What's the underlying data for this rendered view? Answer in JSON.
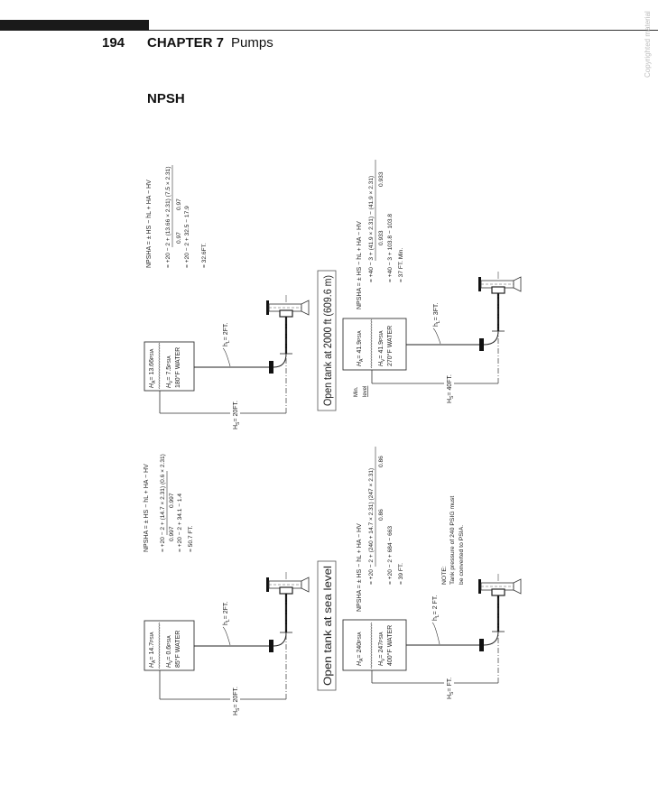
{
  "header": {
    "page_number": "194",
    "chapter": "CHAPTER 7",
    "chapter_title": "Pumps"
  },
  "section_title": "NPSH",
  "watermark": "Copyrighted material",
  "titles": [
    "Open tank at 2000 ft (609.6 m)",
    "Open tank at sea level"
  ],
  "diagrams": [
    {
      "ha_value": "= 13.66",
      "hv_value": "= 7.5",
      "unit": "PSIA",
      "water": "180°F WATER",
      "hl_value": "= 2FT.",
      "hs_value": "= 20FT.",
      "formula": "NPSHA = ± HS − hL + HA − HV",
      "numerator": "= +20 − 2 + (13.66 × 2.31) (7.5 × 2.31)",
      "denominators": [
        "0.97",
        "0.97"
      ],
      "step": "= +20 − 2 + 32.5 − 17.9",
      "result": "= 32.6FT."
    },
    {
      "ha_value": "= 14.7",
      "hv_value": "= 0.6",
      "unit": "PSIA",
      "water": "85°F WATER",
      "hl_value": "= 2FT.",
      "hs_value": "= 20FT.",
      "formula": "NPSHA = ± HS − hL + HA − HV",
      "numerator": "= +20 − 2 + (14.7 × 2.31) (0.6 × 2.31)",
      "denominators": [
        "0.997",
        "0.997"
      ],
      "step": "= +20 − 2 + 34.1 − 1.4",
      "result": "= 50.7 FT."
    },
    {
      "ha_value": "= 41.9",
      "hv_value": "= 41.9",
      "unit": "PSIA",
      "water": "270°F WATER",
      "hl_value": "= 3FT.",
      "hs_value": "= 40FT.",
      "min_label": "Min.",
      "level_label": "level",
      "formula": "NPSHA = ± HS − hL + HA − HV",
      "numerator": "= +40 − 3 + (41.9 × 2.31) − (41.9 × 2.31)",
      "denominators": [
        "0.933",
        "0.933"
      ],
      "step": "= +40 − 3 + 103.8 − 103.8",
      "result": "= 37 FT. Min."
    },
    {
      "ha_value": "= 240",
      "hv_value": "= 247",
      "unit": "PSIA",
      "water": "400°F WATER",
      "hl_value": "= 2 FT.",
      "hs_value": "= FT.",
      "formula": "NPSHA = ± HS − hL + HA − HV",
      "numerator": "= +20 − 2 + (240 + 14.7 × 2.31) (247 × 2.31)",
      "denominators": [
        "0.86",
        "0.86"
      ],
      "step": "= +20 − 2 + 684 − 663",
      "result": "= 39 FT.",
      "note": [
        "NOTE:",
        "Tank pressure of 240 PSIG must",
        "be converted to PSIA."
      ]
    }
  ]
}
